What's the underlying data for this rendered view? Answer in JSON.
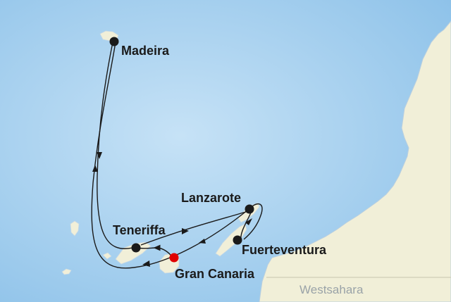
{
  "colors": {
    "sea_light": "#c4e1f6",
    "sea_dark": "#8cc0e8",
    "land": "#f1efd8",
    "route": "#1a1a1a",
    "port": "#1a1a1a",
    "start_port": "#e00000",
    "border": "#cfcdb6"
  },
  "ports": [
    {
      "name": "Madeira",
      "type": "port"
    },
    {
      "name": "Lanzarote",
      "type": "port"
    },
    {
      "name": "Teneriffa",
      "type": "port"
    },
    {
      "name": "Fuerteventura",
      "type": "port"
    },
    {
      "name": "Gran Canaria",
      "type": "start"
    }
  ],
  "regions": [
    {
      "name": "Westsahara"
    }
  ]
}
